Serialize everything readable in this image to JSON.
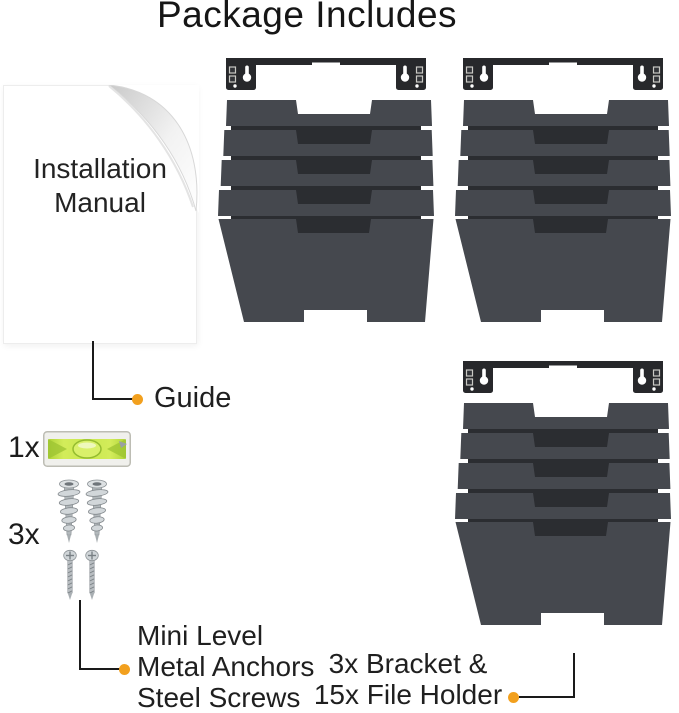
{
  "title": "Package Includes",
  "manual": {
    "line1": "Installation",
    "line2": "Manual",
    "callout_label": "Guide"
  },
  "hardware": {
    "level_qty": "1x",
    "anchors_qty": "3x",
    "callout_lines": [
      "Mini Level",
      "Metal Anchors",
      "Steel Screws"
    ]
  },
  "holders": {
    "unit_count": 3,
    "callout_line1": "3x Bracket &",
    "callout_line2": "15x File Holder"
  },
  "colors": {
    "accent_orange": "#F2A01E",
    "holder_gray": "#45484E",
    "holder_interior": "#2B2D31",
    "bracket_black": "#27282B",
    "level_green": "#CBE84F",
    "text": "#1F1F1F"
  },
  "icons": {
    "paper": "page-curl-paper-icon",
    "level": "bubble-level-icon",
    "anchor": "drywall-anchor-icon",
    "screw": "screw-icon",
    "holder_unit": "wall-file-holder-icon",
    "dot": "orange-callout-dot"
  }
}
